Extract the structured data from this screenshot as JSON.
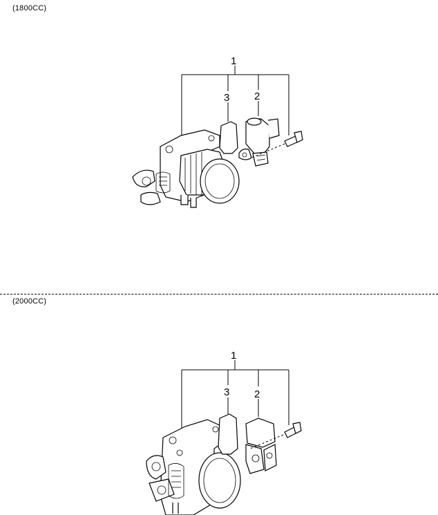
{
  "sections": [
    {
      "variant_label": "(1800CC)",
      "callouts": {
        "assembly": "1",
        "sensor": "2",
        "gasket": "3"
      },
      "parts": [
        "throttle-body",
        "tps-sensor",
        "gasket",
        "bolt"
      ]
    },
    {
      "variant_label": "(2000CC)",
      "callouts": {
        "assembly": "1",
        "sensor": "2",
        "gasket": "3"
      },
      "parts": [
        "throttle-body",
        "tps-sensor",
        "gasket",
        "bolt"
      ]
    }
  ]
}
